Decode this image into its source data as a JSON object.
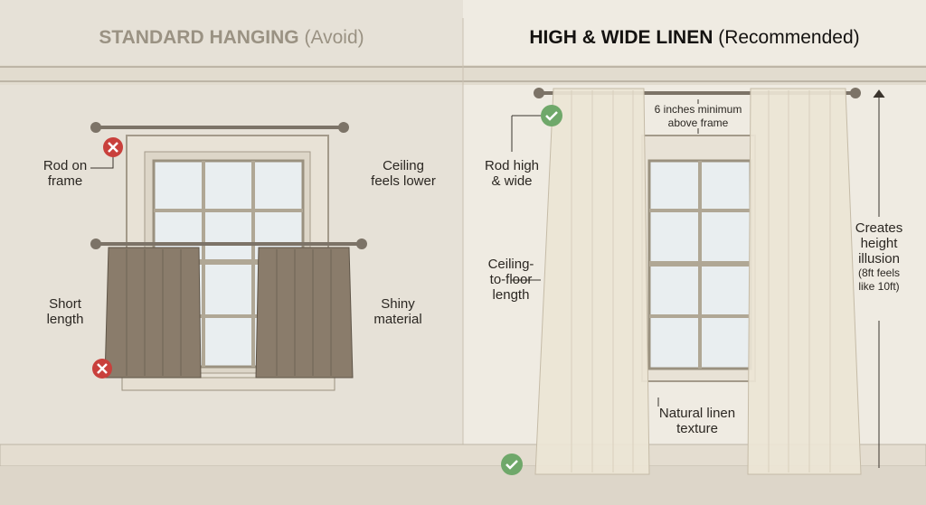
{
  "left": {
    "title": "STANDARD HANGING",
    "tag": "(Avoid)",
    "labels": {
      "rod": [
        "Rod on",
        "frame"
      ],
      "ceiling": [
        "Ceiling",
        "feels lower"
      ],
      "short": [
        "Short",
        "length"
      ],
      "shiny": [
        "Shiny",
        "material"
      ]
    }
  },
  "right": {
    "title": "HIGH & WIDE LINEN",
    "tag": "(Recommended)",
    "labels": {
      "gap": [
        "6 inches minimum",
        "above frame"
      ],
      "rod": [
        "Rod high",
        "& wide"
      ],
      "length": [
        "Ceiling-",
        "to-floor",
        "length"
      ],
      "texture": [
        "Natural linen",
        "texture"
      ],
      "illusion": [
        "Creates",
        "height",
        "illusion"
      ],
      "illusion_note": [
        "(8ft feels",
        "like 10ft)"
      ]
    }
  },
  "colors": {
    "avoid": "#c9403c",
    "ok": "#6fa86a"
  }
}
